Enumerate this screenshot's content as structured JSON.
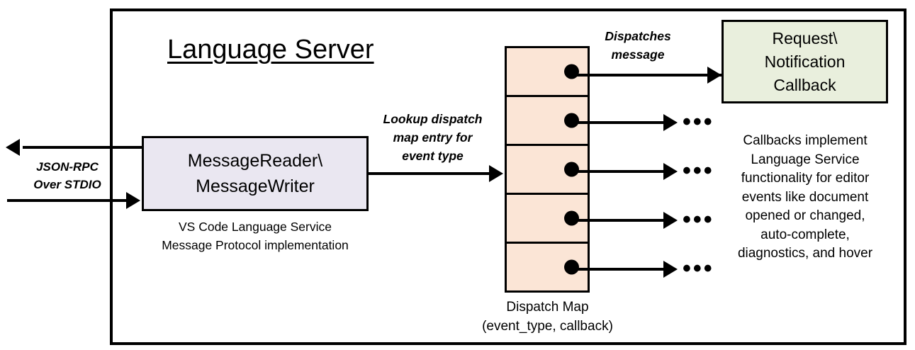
{
  "diagram": {
    "title": "Language Server",
    "frame_name": "language-server-boundary"
  },
  "transport": {
    "label": "JSON-RPC\nOver STDIO",
    "label_line1": "JSON-RPC",
    "label_line2": "Over STDIO",
    "outbound_arrow": "arrow-left-out",
    "inbound_arrow": "arrow-right-in"
  },
  "reader": {
    "title_line1": "MessageReader\\",
    "title_line2": "MessageWriter",
    "caption_line1": "VS Code Language Service",
    "caption_line2": "Message Protocol implementation",
    "fill": "#eae7f1"
  },
  "lookup": {
    "line1": "Lookup dispatch",
    "line2": "map entry for",
    "line3": "event type"
  },
  "dispatch_map": {
    "fill": "#fbe5d6",
    "row_count": 5,
    "caption_line1": "Dispatch Map",
    "caption_line2": "(event_type, callback)",
    "rows": [
      {
        "index": 1,
        "outbound": "Dispatches message",
        "target": "Request\\Notification Callback"
      },
      {
        "index": 2,
        "outbound": "",
        "target": "..."
      },
      {
        "index": 3,
        "outbound": "",
        "target": "..."
      },
      {
        "index": 4,
        "outbound": "",
        "target": "..."
      },
      {
        "index": 5,
        "outbound": "",
        "target": "..."
      }
    ],
    "ellipsis": "•••"
  },
  "dispatches": {
    "line1": "Dispatches",
    "line2": "message"
  },
  "callback": {
    "title_line1": "Request\\",
    "title_line2": "Notification",
    "title_line3": "Callback",
    "fill": "#e9efdd",
    "caption_line1": "Callbacks implement",
    "caption_line2": "Language Service",
    "caption_line3": "functionality for editor",
    "caption_line4": "events like document",
    "caption_line5": "opened or changed,",
    "caption_line6": "auto-complete,",
    "caption_line7": "diagnostics, and hover"
  },
  "colors": {
    "stroke": "#000000",
    "background": "#ffffff",
    "reader_fill": "#eae7f1",
    "map_fill": "#fbe5d6",
    "callback_fill": "#e9efdd"
  }
}
